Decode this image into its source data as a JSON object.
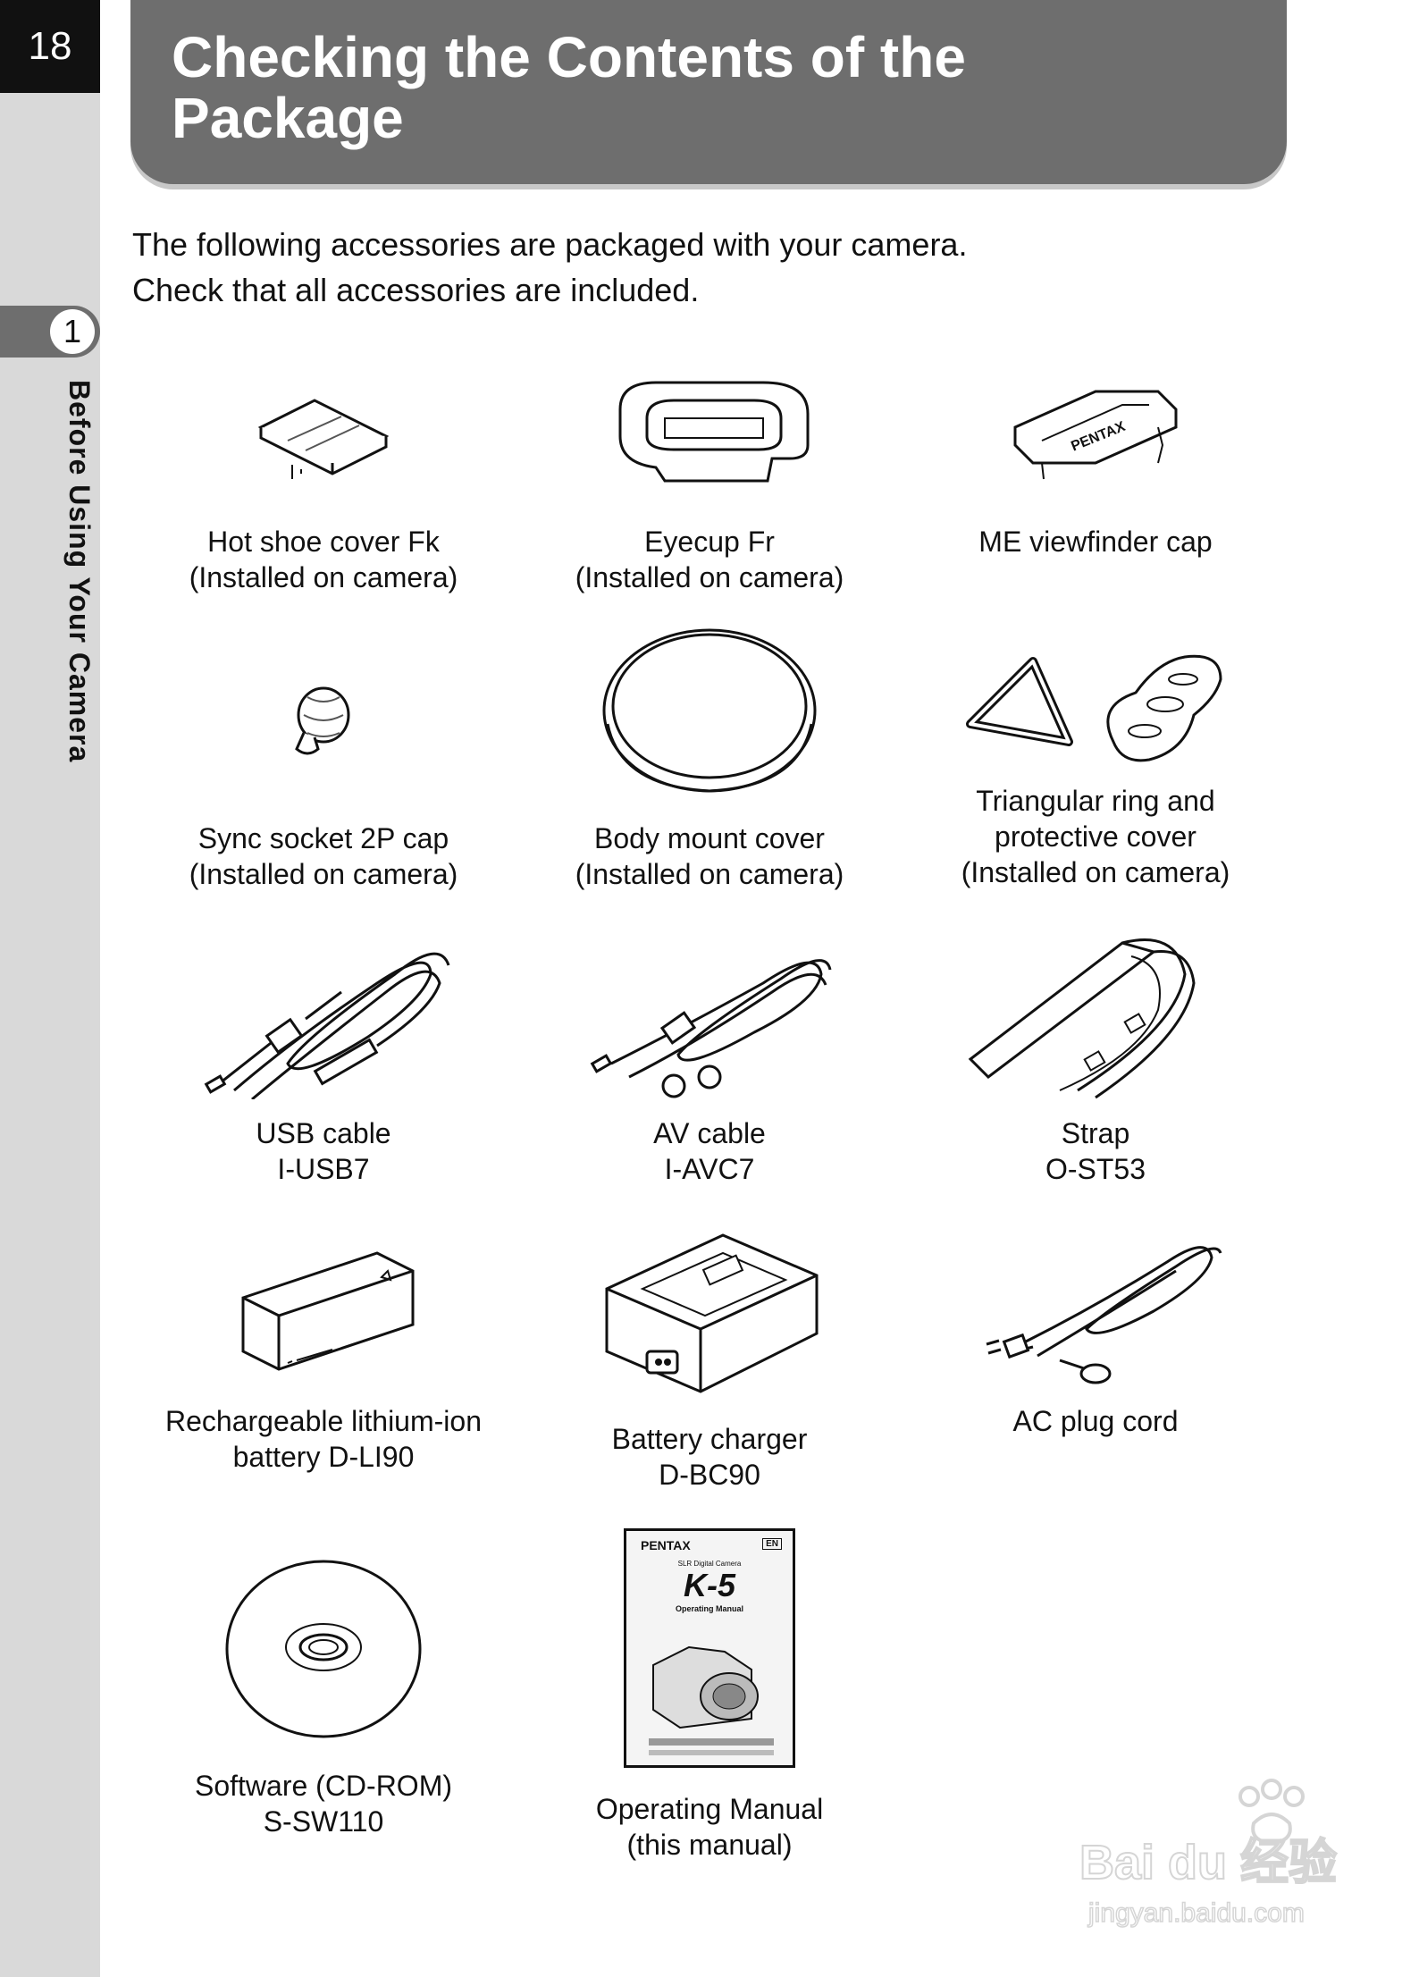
{
  "page_number": "18",
  "chapter": {
    "number": "1",
    "title": "Before Using Your Camera"
  },
  "title": {
    "line1": "Checking the Contents of the",
    "line2": "Package"
  },
  "intro": [
    "The following accessories are packaged with your camera.",
    "Check that all accessories are included."
  ],
  "items": [
    {
      "id": "hot-shoe-cover",
      "icon": "hot-shoe-cover-icon",
      "lines": [
        "Hot shoe cover Fk",
        "(Installed on camera)"
      ]
    },
    {
      "id": "eyecup",
      "icon": "eyecup-icon",
      "lines": [
        "Eyecup Fr",
        "(Installed on camera)"
      ]
    },
    {
      "id": "me-viewfinder-cap",
      "icon": "viewfinder-cap-icon",
      "lines": [
        "ME viewfinder cap"
      ]
    },
    {
      "id": "sync-socket-cap",
      "icon": "sync-socket-cap-icon",
      "lines": [
        "Sync socket 2P cap",
        "(Installed on camera)"
      ]
    },
    {
      "id": "body-mount-cover",
      "icon": "body-mount-cover-icon",
      "lines": [
        "Body mount cover",
        "(Installed on camera)"
      ]
    },
    {
      "id": "triangular-ring",
      "icon": "triangular-ring-icon",
      "lines": [
        "Triangular ring and",
        "protective cover",
        "(Installed on camera)"
      ]
    },
    {
      "id": "usb-cable",
      "icon": "usb-cable-icon",
      "lines": [
        "USB cable",
        "I-USB7"
      ]
    },
    {
      "id": "av-cable",
      "icon": "av-cable-icon",
      "lines": [
        "AV cable",
        "I-AVC7"
      ]
    },
    {
      "id": "strap",
      "icon": "strap-icon",
      "lines": [
        "Strap",
        "O-ST53"
      ]
    },
    {
      "id": "battery",
      "icon": "battery-icon",
      "lines": [
        "Rechargeable lithium-ion",
        "battery D-LI90"
      ]
    },
    {
      "id": "battery-charger",
      "icon": "battery-charger-icon",
      "lines": [
        "Battery charger",
        "D-BC90"
      ]
    },
    {
      "id": "ac-plug-cord",
      "icon": "ac-plug-cord-icon",
      "lines": [
        "AC plug cord"
      ]
    },
    {
      "id": "software-cd",
      "icon": "cd-rom-icon",
      "lines": [
        "Software (CD-ROM)",
        "S-SW110"
      ]
    },
    {
      "id": "operating-manual",
      "icon": "operating-manual-icon",
      "lines": [
        "Operating Manual",
        "(this manual)"
      ]
    }
  ],
  "viewfinder_cap_text": "PENTAX",
  "manual_cover": {
    "brand": "PENTAX",
    "language": "EN",
    "subtitle": "SLR Digital Camera",
    "model": "K-5",
    "heading": "Operating Manual"
  },
  "watermark": {
    "brand": "Bai du 经验",
    "url": "jingyan.baidu.com"
  }
}
